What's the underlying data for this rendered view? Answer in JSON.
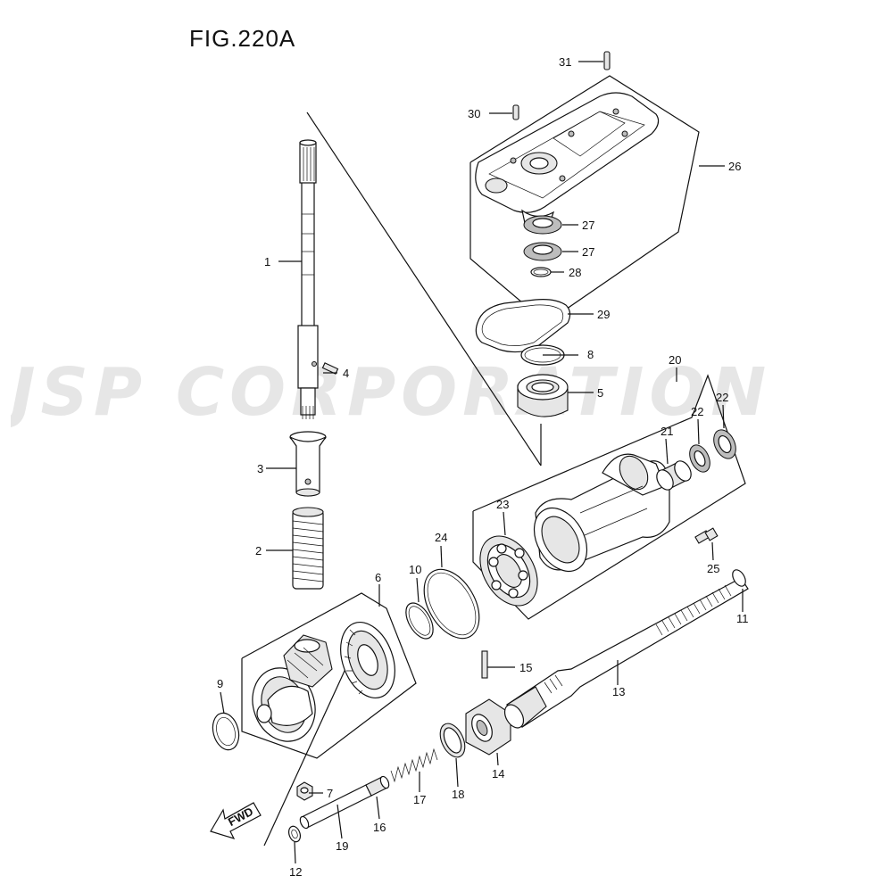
{
  "figure": {
    "title": "FIG.220A"
  },
  "watermark": {
    "text": "JSP CORPORATION"
  },
  "fwd_label": "FWD",
  "callouts": {
    "c1": "1",
    "c2": "2",
    "c3": "3",
    "c4": "4",
    "c5": "5",
    "c6": "6",
    "c7": "7",
    "c8": "8",
    "c9": "9",
    "c10": "10",
    "c11": "11",
    "c12": "12",
    "c13": "13",
    "c14": "14",
    "c15": "15",
    "c16": "16",
    "c17": "17",
    "c18": "18",
    "c19": "19",
    "c20": "20",
    "c21": "21",
    "c22a": "22",
    "c22b": "22",
    "c23": "23",
    "c24": "24",
    "c25": "25",
    "c26": "26",
    "c27a": "27",
    "c27b": "27",
    "c28": "28",
    "c29": "29",
    "c30": "30",
    "c31": "31"
  }
}
